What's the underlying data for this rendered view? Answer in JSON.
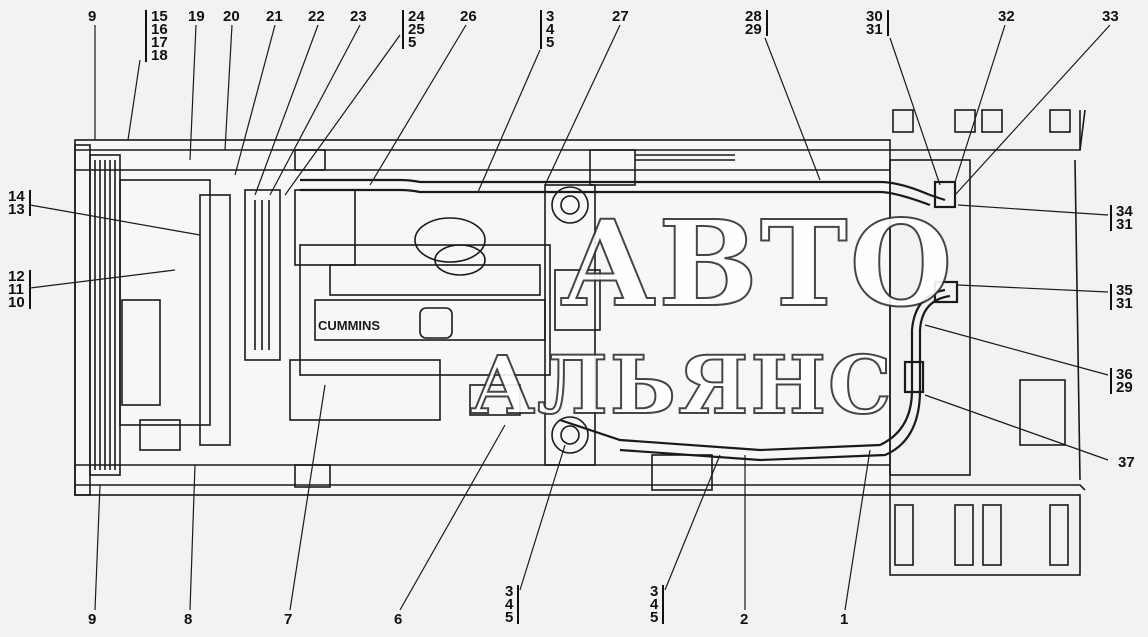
{
  "labels": {
    "top": [
      {
        "id": "9",
        "lines": [
          "9"
        ]
      },
      {
        "id": "15-18",
        "lines": [
          "15",
          "16",
          "17",
          "18"
        ]
      },
      {
        "id": "19",
        "lines": [
          "19"
        ]
      },
      {
        "id": "20",
        "lines": [
          "20"
        ]
      },
      {
        "id": "21",
        "lines": [
          "21"
        ]
      },
      {
        "id": "22",
        "lines": [
          "22"
        ]
      },
      {
        "id": "23",
        "lines": [
          "23"
        ]
      },
      {
        "id": "24-25-5",
        "lines": [
          "24",
          "25",
          "5"
        ]
      },
      {
        "id": "26",
        "lines": [
          "26"
        ]
      },
      {
        "id": "3-4-5",
        "lines": [
          "3",
          "4",
          "5"
        ]
      },
      {
        "id": "27",
        "lines": [
          "27"
        ]
      },
      {
        "id": "28-29",
        "lines": [
          "28",
          "29"
        ]
      },
      {
        "id": "30-31",
        "lines": [
          "30",
          "31"
        ]
      },
      {
        "id": "32",
        "lines": [
          "32"
        ]
      },
      {
        "id": "33",
        "lines": [
          "33"
        ]
      }
    ],
    "left": [
      {
        "id": "14-13",
        "lines": [
          "14",
          "13"
        ]
      },
      {
        "id": "12-11-10",
        "lines": [
          "12",
          "11",
          "10"
        ]
      }
    ],
    "right": [
      {
        "id": "34-31",
        "lines": [
          "34",
          "31"
        ]
      },
      {
        "id": "35-31",
        "lines": [
          "35",
          "31"
        ]
      },
      {
        "id": "36-29",
        "lines": [
          "36",
          "29"
        ]
      },
      {
        "id": "37",
        "lines": [
          "37"
        ]
      }
    ],
    "bottom": [
      {
        "id": "9b",
        "lines": [
          "9"
        ]
      },
      {
        "id": "8",
        "lines": [
          "8"
        ]
      },
      {
        "id": "7",
        "lines": [
          "7"
        ]
      },
      {
        "id": "6",
        "lines": [
          "6"
        ]
      },
      {
        "id": "3-4-5b",
        "lines": [
          "3",
          "4",
          "5"
        ]
      },
      {
        "id": "3-4-5c",
        "lines": [
          "3",
          "4",
          "5"
        ]
      },
      {
        "id": "2",
        "lines": [
          "2"
        ]
      },
      {
        "id": "1",
        "lines": [
          "1"
        ]
      }
    ]
  },
  "engine_brand": "CUMMINS",
  "watermark": {
    "line1": "АВТО",
    "line2": "АЛЬЯНС"
  },
  "colors": {
    "line": "#1a1a1a",
    "background": "#f2f2f2",
    "frame_fill": "#f7f7f7"
  }
}
